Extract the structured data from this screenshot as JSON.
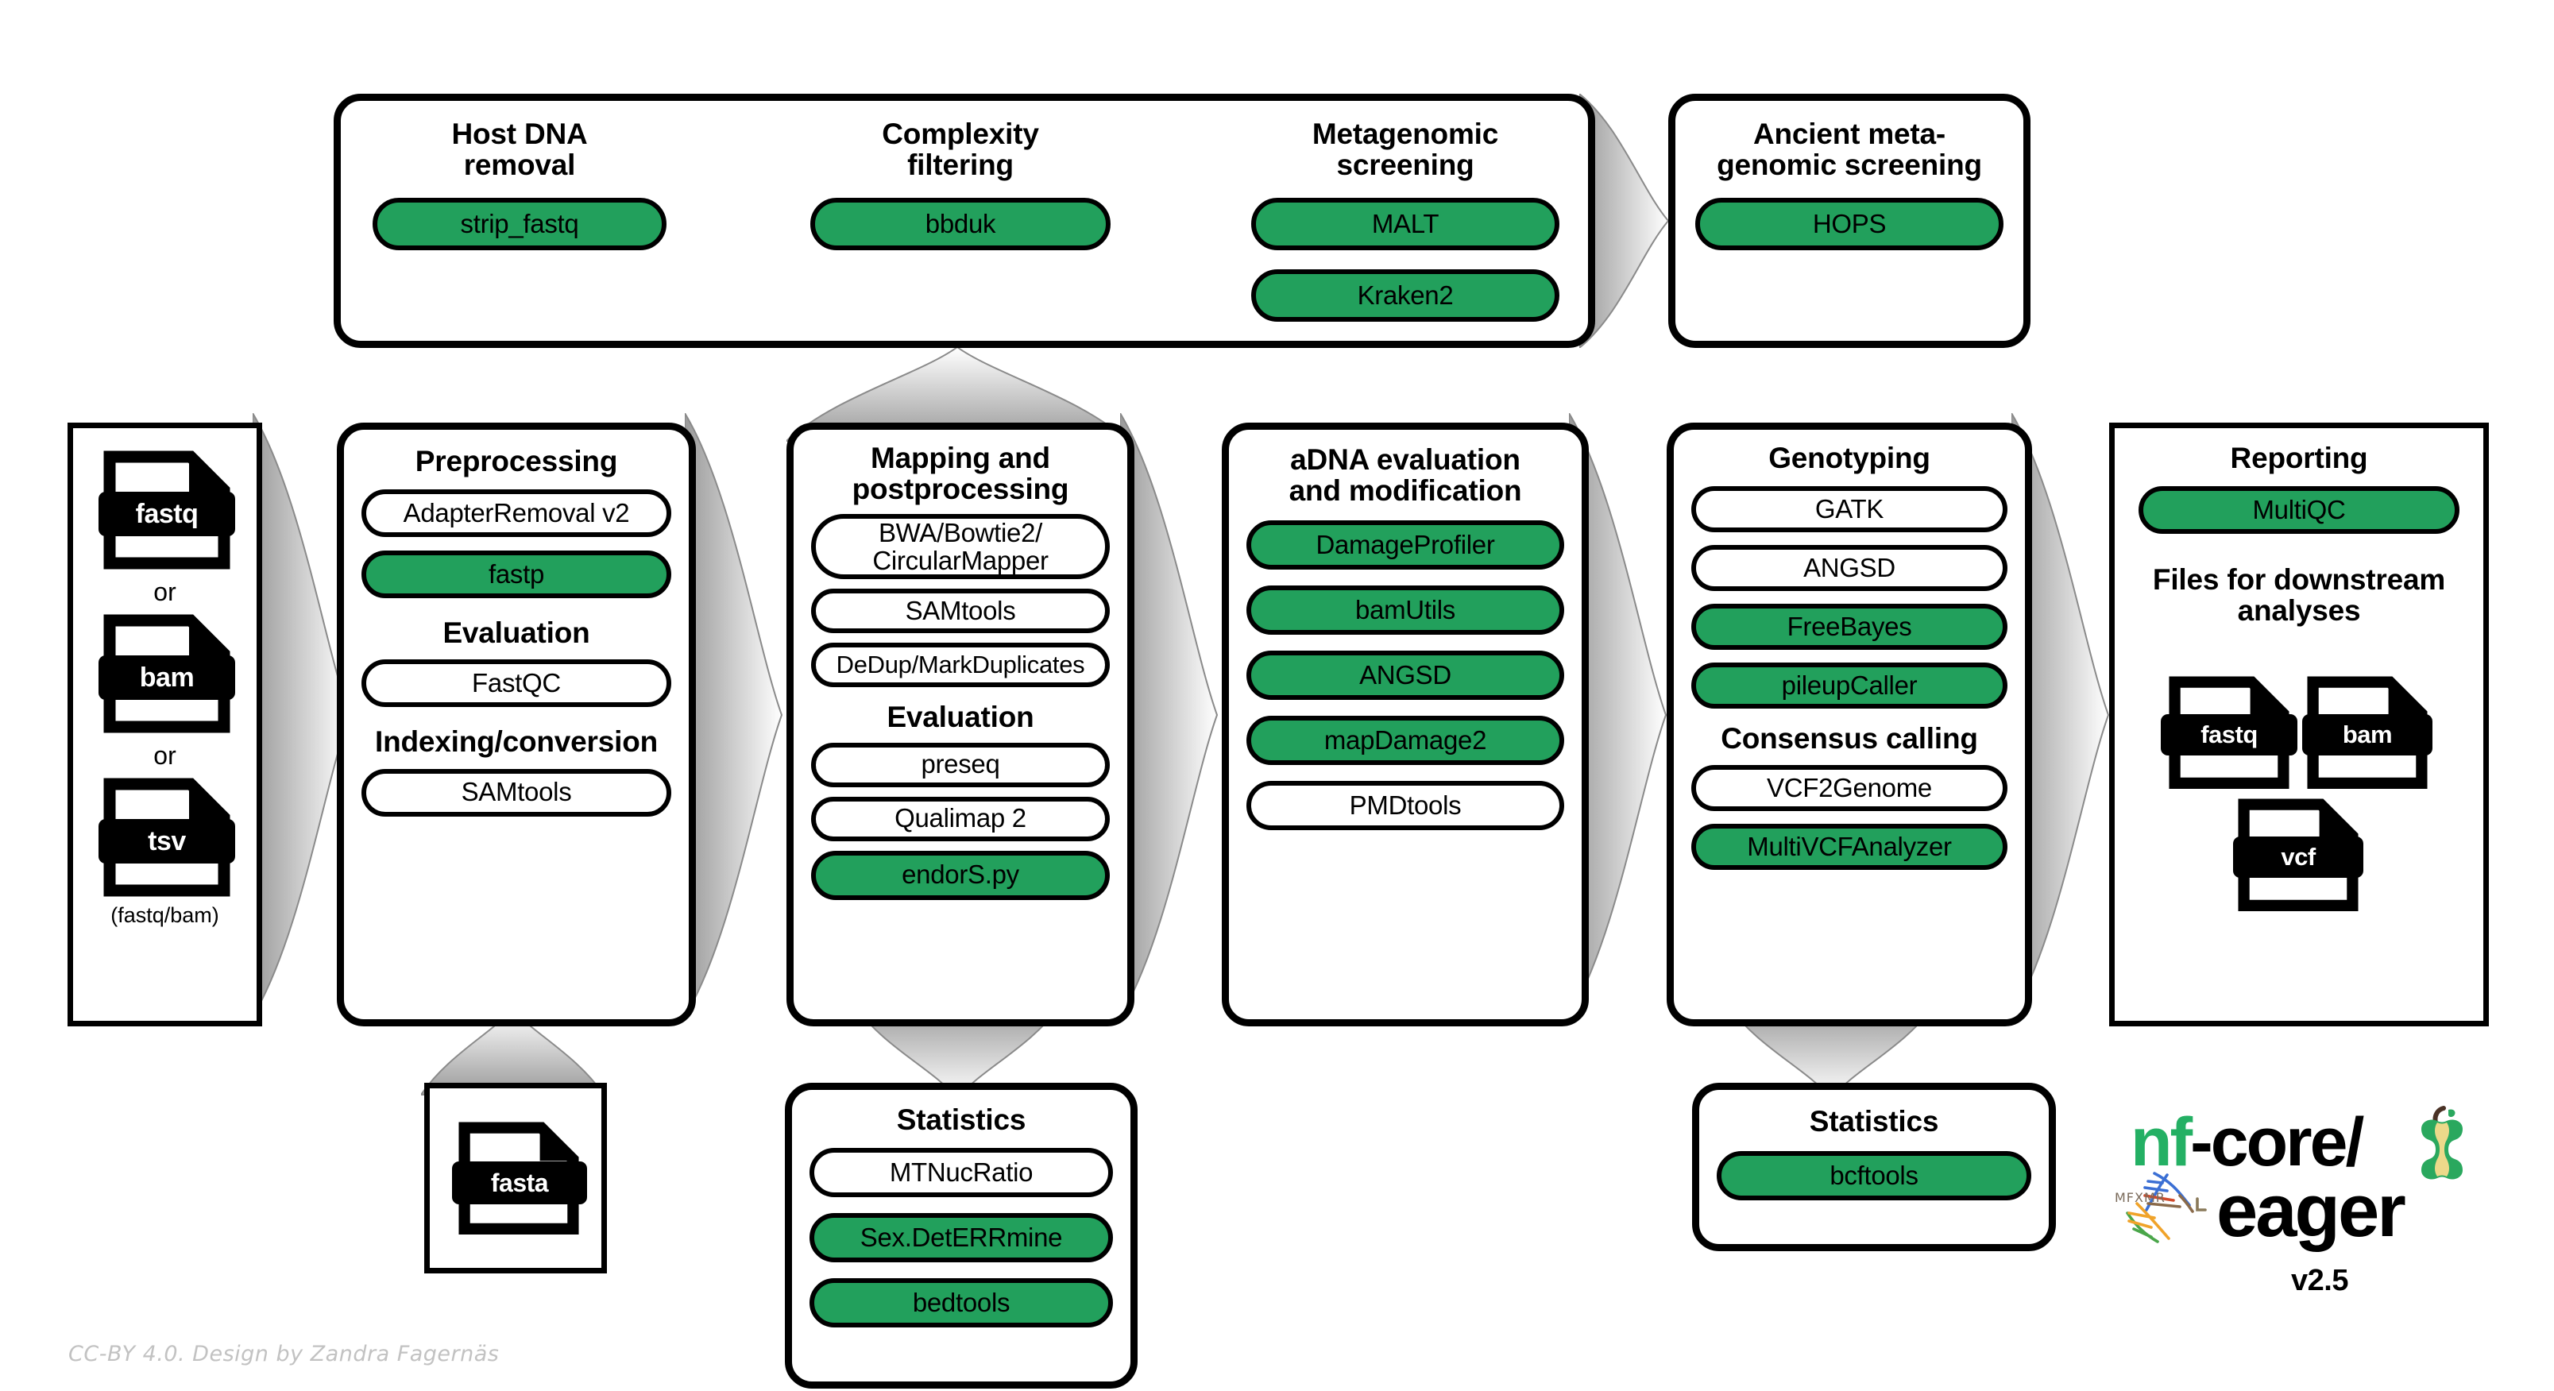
{
  "diagram": {
    "title": "nf-core/eager",
    "version": "v2.5",
    "credit": "CC-BY 4.0. Design by Zandra Fagernäs",
    "accent_green": "#22a05c",
    "logo": {
      "nf": "nf",
      "dash_core_slash": "-core/",
      "eager": "eager",
      "apple_core_icon": "apple-core-icon",
      "dna_helix_icon": "dna-helix-icon",
      "runes": "MFXMR"
    }
  },
  "screening_group": {
    "sections": [
      {
        "title": "Host DNA\nremoval",
        "title_lines": [
          "Host DNA",
          "removal"
        ],
        "tools": [
          {
            "label": "strip_fastq",
            "highlighted": true
          }
        ]
      },
      {
        "title_lines": [
          "Complexity",
          "filtering"
        ],
        "tools": [
          {
            "label": "bbduk",
            "highlighted": true
          }
        ]
      },
      {
        "title_lines": [
          "Metagenomic",
          "screening"
        ],
        "tools": [
          {
            "label": "MALT",
            "highlighted": true
          },
          {
            "label": "Kraken2",
            "highlighted": true
          }
        ]
      }
    ]
  },
  "ancient_screening": {
    "title_lines": [
      "Ancient meta-",
      "genomic screening"
    ],
    "tools": [
      {
        "label": "HOPS",
        "highlighted": true
      }
    ]
  },
  "input": {
    "files": [
      {
        "ext": "fastq",
        "icon": "file-fastq-icon"
      },
      {
        "ext": "bam",
        "icon": "file-bam-icon"
      },
      {
        "ext": "tsv",
        "icon": "file-tsv-icon"
      }
    ],
    "or_label": "or",
    "note": "(fastq/bam)"
  },
  "preprocessing": {
    "title_lines": [
      "Preprocessing"
    ],
    "groups": [
      {
        "heading": null,
        "tools": [
          {
            "label": "AdapterRemoval v2",
            "highlighted": false
          },
          {
            "label": "fastp",
            "highlighted": true
          }
        ]
      },
      {
        "heading": "Evaluation",
        "tools": [
          {
            "label": "FastQC",
            "highlighted": false
          }
        ]
      },
      {
        "heading": "Indexing/conversion",
        "tools": [
          {
            "label": "SAMtools",
            "highlighted": false
          }
        ]
      }
    ]
  },
  "reference": {
    "file": {
      "ext": "fasta",
      "icon": "file-fasta-icon"
    }
  },
  "mapping": {
    "title_lines": [
      "Mapping and",
      "postprocessing"
    ],
    "groups": [
      {
        "heading": null,
        "tools": [
          {
            "label": "BWA/Bowtie2/\nCircularMapper",
            "lines": [
              "BWA/Bowtie2/",
              "CircularMapper"
            ],
            "highlighted": false
          },
          {
            "label": "SAMtools",
            "highlighted": false
          },
          {
            "label": "DeDup/MarkDuplicates",
            "highlighted": false
          }
        ]
      },
      {
        "heading": "Evaluation",
        "tools": [
          {
            "label": "preseq",
            "highlighted": false
          },
          {
            "label": "Qualimap 2",
            "highlighted": false
          },
          {
            "label": "endorS.py",
            "highlighted": true
          }
        ]
      }
    ]
  },
  "mapping_statistics": {
    "title_lines": [
      "Statistics"
    ],
    "tools": [
      {
        "label": "MTNucRatio",
        "highlighted": false
      },
      {
        "label": "Sex.DetERRmine",
        "highlighted": true
      },
      {
        "label": "bedtools",
        "highlighted": true
      }
    ]
  },
  "adna": {
    "title_lines": [
      "aDNA evaluation",
      "and modification"
    ],
    "tools": [
      {
        "label": "DamageProfiler",
        "highlighted": true
      },
      {
        "label": "bamUtils",
        "highlighted": true
      },
      {
        "label": "ANGSD",
        "highlighted": true
      },
      {
        "label": "mapDamage2",
        "highlighted": true
      },
      {
        "label": "PMDtools",
        "highlighted": false
      }
    ]
  },
  "genotyping": {
    "title_lines": [
      "Genotyping"
    ],
    "groups": [
      {
        "heading": null,
        "tools": [
          {
            "label": "GATK",
            "highlighted": false
          },
          {
            "label": "ANGSD",
            "highlighted": false
          },
          {
            "label": "FreeBayes",
            "highlighted": true
          },
          {
            "label": "pileupCaller",
            "highlighted": true
          }
        ]
      },
      {
        "heading": "Consensus calling",
        "tools": [
          {
            "label": "VCF2Genome",
            "highlighted": false
          },
          {
            "label": "MultiVCFAnalyzer",
            "highlighted": true
          }
        ]
      }
    ]
  },
  "genotyping_statistics": {
    "title_lines": [
      "Statistics"
    ],
    "tools": [
      {
        "label": "bcftools",
        "highlighted": true
      }
    ]
  },
  "reporting": {
    "title_lines": [
      "Reporting"
    ],
    "tools": [
      {
        "label": "MultiQC",
        "highlighted": true
      }
    ],
    "downstream_heading_lines": [
      "Files for downstream",
      "analyses"
    ],
    "files": [
      {
        "ext": "fastq",
        "icon": "file-fastq-icon"
      },
      {
        "ext": "bam",
        "icon": "file-bam-icon"
      },
      {
        "ext": "vcf",
        "icon": "file-vcf-icon"
      }
    ]
  }
}
